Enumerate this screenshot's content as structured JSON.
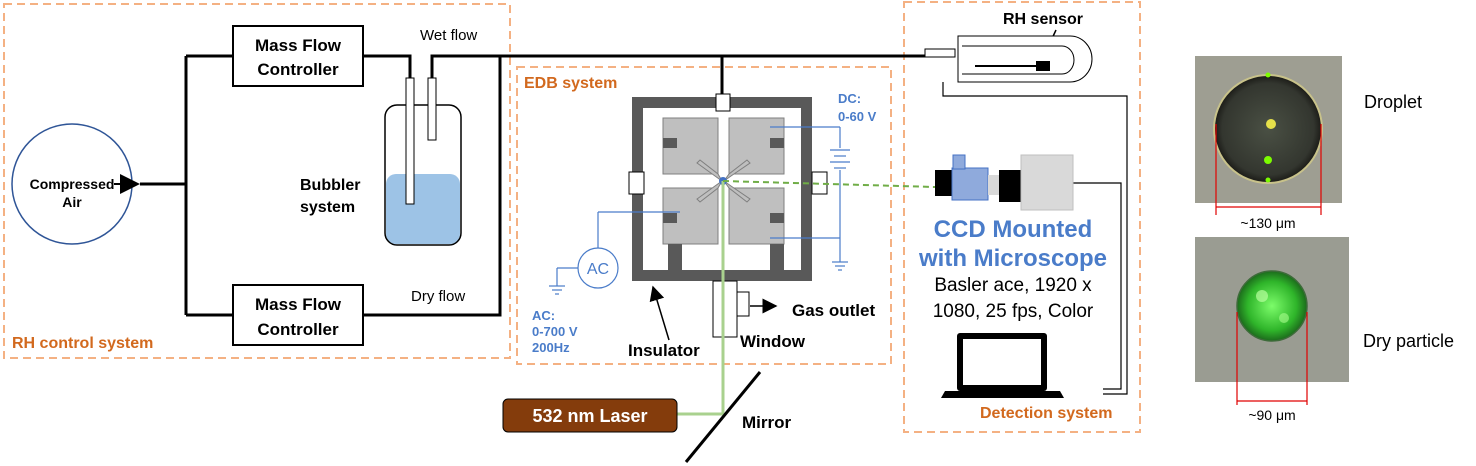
{
  "systems": {
    "rh_control": "RH control system",
    "edb": "EDB system",
    "detection": "Detection system"
  },
  "rh_control": {
    "source_line1": "Compressed",
    "source_line2": "Air",
    "mfc_top_line1": "Mass Flow",
    "mfc_top_line2": "Controller",
    "mfc_bottom_line1": "Mass Flow",
    "mfc_bottom_line2": "Controller",
    "wet_flow": "Wet flow",
    "dry_flow": "Dry flow",
    "bubbler_line1": "Bubbler",
    "bubbler_line2": "system"
  },
  "edb": {
    "dc_line1": "DC:",
    "dc_line2": "0-60 V",
    "ac_symbol": "AC",
    "ac_line1": "AC:",
    "ac_line2": "0-700 V",
    "ac_line3": "200Hz",
    "gas_outlet": "Gas outlet",
    "insulator": "Insulator",
    "window": "Window"
  },
  "laser": {
    "label": "532 nm Laser",
    "mirror": "Mirror"
  },
  "detection": {
    "rh_sensor": "RH sensor",
    "ccd_line1": "CCD Mounted",
    "ccd_line2": "with Microscope",
    "spec_line1": "Basler ace, 1920 x",
    "spec_line2": "1080, 25 fps, Color"
  },
  "images": {
    "droplet_label": "Droplet",
    "droplet_size": "~130 μm",
    "dry_label": "Dry particle",
    "dry_size": "~90 μm"
  },
  "colors": {
    "orange_text": "#D2691E",
    "dashed_border": "#F4B183",
    "blue": "#4A7CC9",
    "laser_fill": "#843C0C",
    "green_beam": "#A9D18E",
    "water": "#9DC3E6"
  }
}
